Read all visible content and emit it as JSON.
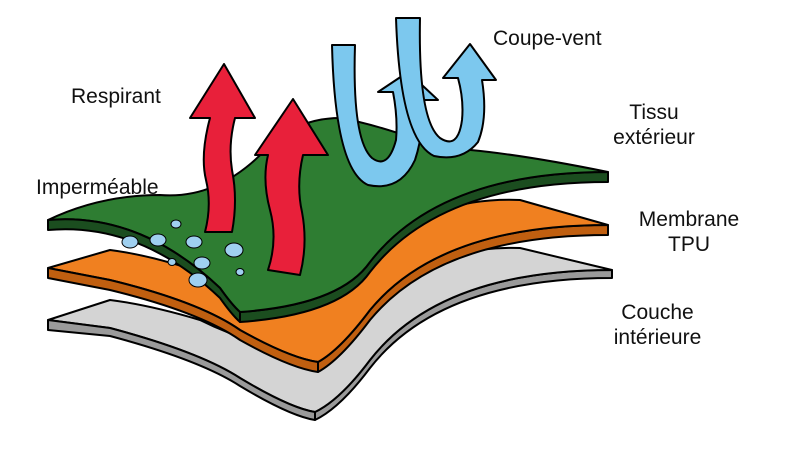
{
  "labels": {
    "breathable": "Respirant",
    "waterproof": "Imperméable",
    "windproof": "Coupe-vent",
    "outer_fabric_line1": "Tissu",
    "outer_fabric_line2": "extérieur",
    "membrane_line1": "Membrane",
    "membrane_line2": "TPU",
    "inner_layer_line1": "Couche",
    "inner_layer_line2": "intérieure"
  },
  "colors": {
    "outer_fabric": "#2e7d32",
    "outer_fabric_edge": "#1b4d1f",
    "membrane": "#f08020",
    "membrane_edge": "#c05f10",
    "inner_layer": "#d4d4d4",
    "inner_layer_edge": "#9a9a9a",
    "breathable_arrow": "#e8203a",
    "windproof_arrow": "#7cc8ee",
    "water_drop": "#9fd0f0"
  }
}
